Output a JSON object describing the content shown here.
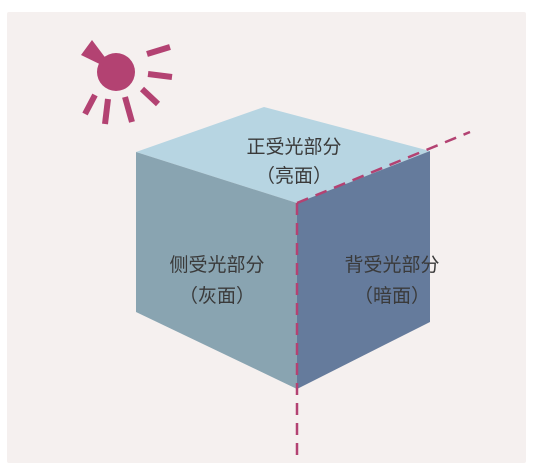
{
  "faces": {
    "top": {
      "title": "正受光部分",
      "subtitle": "（亮面）",
      "color": "#b7d5e2"
    },
    "left": {
      "title": "侧受光部分",
      "subtitle": "（灰面）",
      "color": "#89a4b1"
    },
    "right": {
      "title": "背受光部分",
      "subtitle": "（暗面）",
      "color": "#657b9c"
    }
  },
  "colors": {
    "background": "#f5f0ef",
    "sun": "#b34272",
    "dashed_line": "#b34272"
  },
  "icons": {
    "sun": "sun-icon"
  }
}
